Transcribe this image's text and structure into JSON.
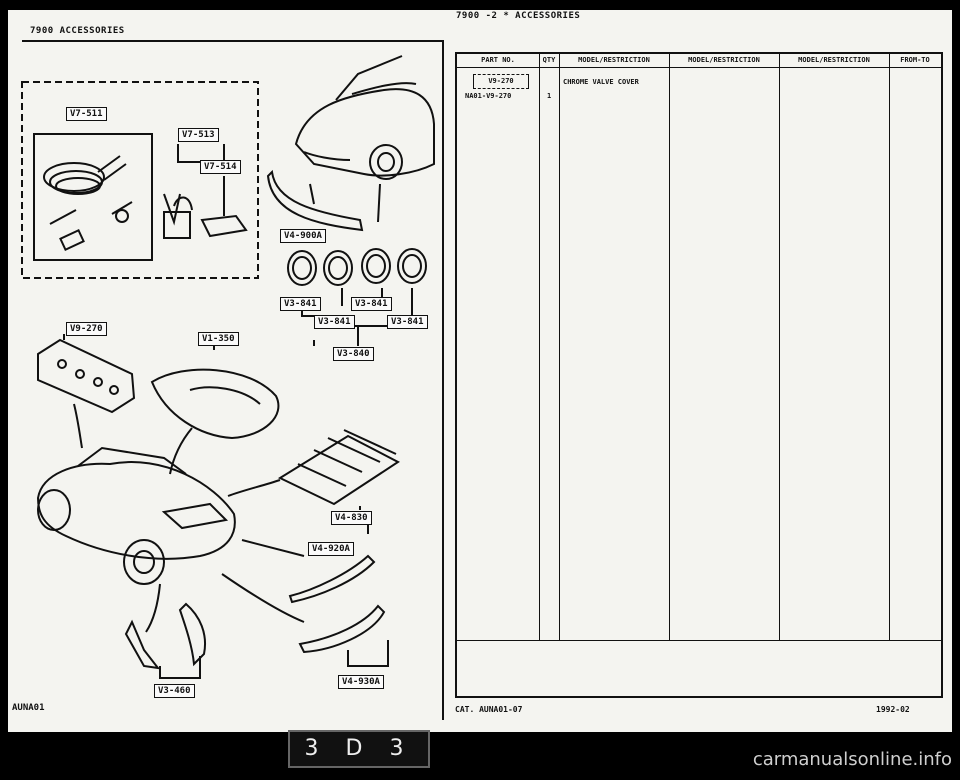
{
  "header_left": "7900   ACCESSORIES",
  "header_right": "7900  -2 *  ACCESSORIES",
  "footer_left": "AUNA01",
  "catalog": "CAT. AUNA01-07",
  "date": "1992-02",
  "page_indicator": "3 D 3",
  "watermark": "carmanualsonline.info",
  "table": {
    "headers": [
      "PART NO.",
      "QTY",
      "MODEL/RESTRICTION",
      "MODEL/RESTRICTION",
      "MODEL/RESTRICTION",
      "FROM-TO"
    ],
    "box_ref": "V9-270",
    "rows": [
      {
        "part_no": "NA01-V9-270",
        "qty": "1",
        "description": "CHROME VALVE COVER"
      }
    ]
  },
  "labels": {
    "v7_511": "V7-511",
    "v7_513": "V7-513",
    "v7_514": "V7-514",
    "v4_900a": "V4-900A",
    "v3_841a": "V3-841",
    "v3_841b": "V3-841",
    "v3_841c": "V3-841",
    "v3_841d": "V3-841",
    "v3_840": "V3-840",
    "v9_270": "V9-270",
    "v1_350": "V1-350",
    "v4_830": "V4-830",
    "v4_920a": "V4-920A",
    "v3_460": "V3-460",
    "v4_930a": "V4-930A"
  }
}
